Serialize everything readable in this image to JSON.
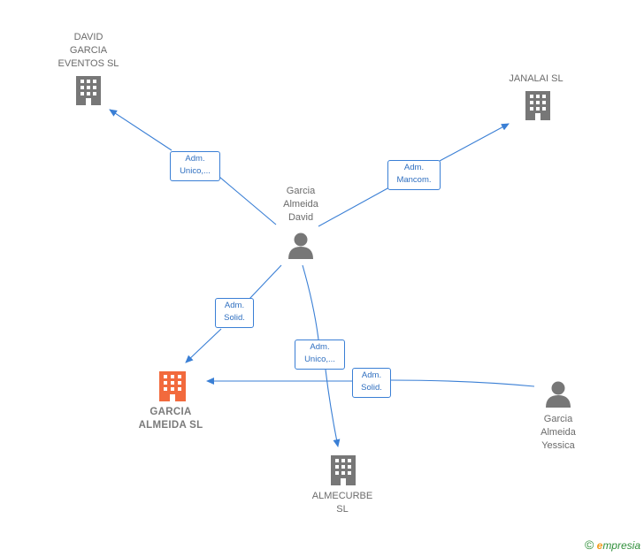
{
  "nodes": {
    "david_garcia_eventos": {
      "label": "DAVID\nGARCIA\nEVENTOS SL"
    },
    "janalai": {
      "label": "JANALAI SL"
    },
    "garcia_almeida_david": {
      "label": "Garcia\nAlmeida\nDavid"
    },
    "garcia_almeida_sl": {
      "label": "GARCIA\nALMEIDA  SL"
    },
    "almecurbe": {
      "label": "ALMECURBE\nSL"
    },
    "garcia_almeida_yessica": {
      "label": "Garcia\nAlmeida\nYessica"
    }
  },
  "edges": {
    "to_david_garcia_eventos": "Adm.\nUnico,...",
    "to_janalai": "Adm.\nMancom.",
    "david_to_garcia_almeida_sl": "Adm.\nSolid.",
    "to_almecurbe": "Adm.\nUnico,...",
    "yessica_to_garcia_almeida_sl": "Adm.\nSolid."
  },
  "colors": {
    "edge": "#3a7fd5",
    "company": "#777777",
    "focus": "#f26a3d",
    "person": "#777777"
  },
  "icons": {
    "company": "building-icon",
    "person": "person-icon"
  },
  "brand": {
    "copyright": "©",
    "initial": "e",
    "rest": "mpresia"
  }
}
